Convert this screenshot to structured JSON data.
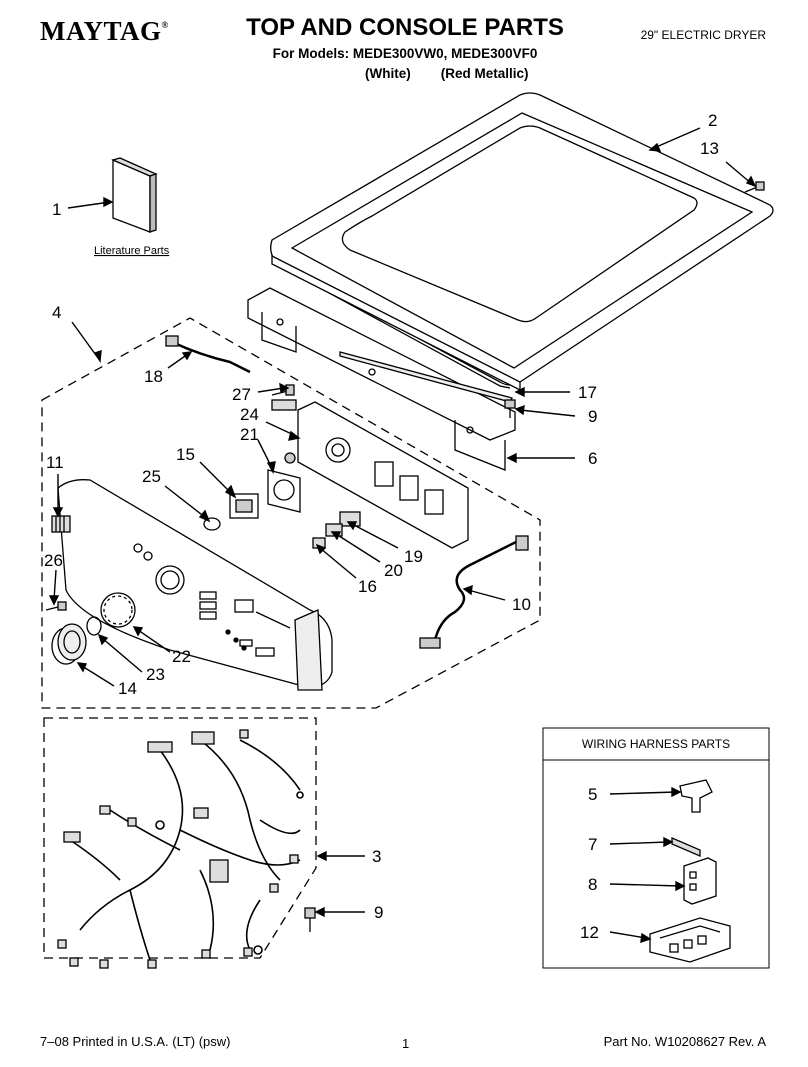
{
  "header": {
    "brand": "MAYTAG",
    "brand_mark": "®",
    "title": "TOP AND CONSOLE PARTS",
    "models": "For Models: MEDE300VW0, MEDE300VF0",
    "colors": "(White)        (Red Metallic)",
    "product": "29\" ELECTRIC DRYER"
  },
  "literature_label": "Literature Parts",
  "wiring_box_title": "WIRING HARNESS PARTS",
  "callouts": {
    "c1": "1",
    "c2": "2",
    "c13": "13",
    "c4": "4",
    "c18": "18",
    "c27": "27",
    "c17": "17",
    "c24": "24",
    "c9a": "9",
    "c21": "21",
    "c6": "6",
    "c15": "15",
    "c25": "25",
    "c11": "11",
    "c19": "19",
    "c20": "20",
    "c16": "16",
    "c26": "26",
    "c10": "10",
    "c22": "22",
    "c23": "23",
    "c14": "14",
    "c3": "3",
    "c9b": "9",
    "c5": "5",
    "c7": "7",
    "c8": "8",
    "c12": "12"
  },
  "footer": {
    "printed": "7–08 Printed in U.S.A. (LT) (psw)",
    "page": "1",
    "part_no": "Part No. W10208627 Rev. A"
  }
}
